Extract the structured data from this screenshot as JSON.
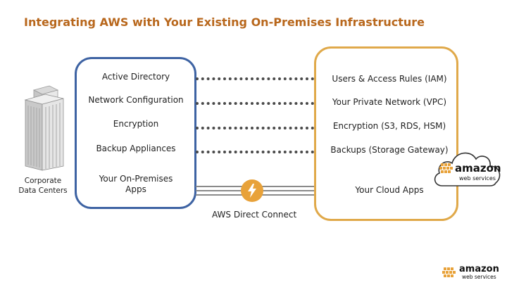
{
  "title": "Integrating AWS with Your Existing On-Premises Infrastructure",
  "datacenter": {
    "line1": "Corporate",
    "line2": "Data Centers"
  },
  "onprem_items": [
    "Active Directory",
    "Network Configuration",
    "Encryption",
    "Backup Appliances"
  ],
  "onprem_apps": {
    "line1": "Your On-Premises",
    "line2": "Apps"
  },
  "cloud_items": [
    "Users & Access Rules (IAM)",
    "Your Private Network (VPC)",
    "Encryption (S3, RDS, HSM)",
    "Backups (Storage Gateway)"
  ],
  "cloud_apps": "Your Cloud Apps",
  "direct_connect": "AWS Direct Connect",
  "logo": {
    "word": "amazon",
    "sub": "web services"
  },
  "colors": {
    "title": "#b8671c",
    "onprem_border": "#3e63a3",
    "cloud_border": "#e0a94a",
    "amazon_orange": "#e8a23a"
  }
}
